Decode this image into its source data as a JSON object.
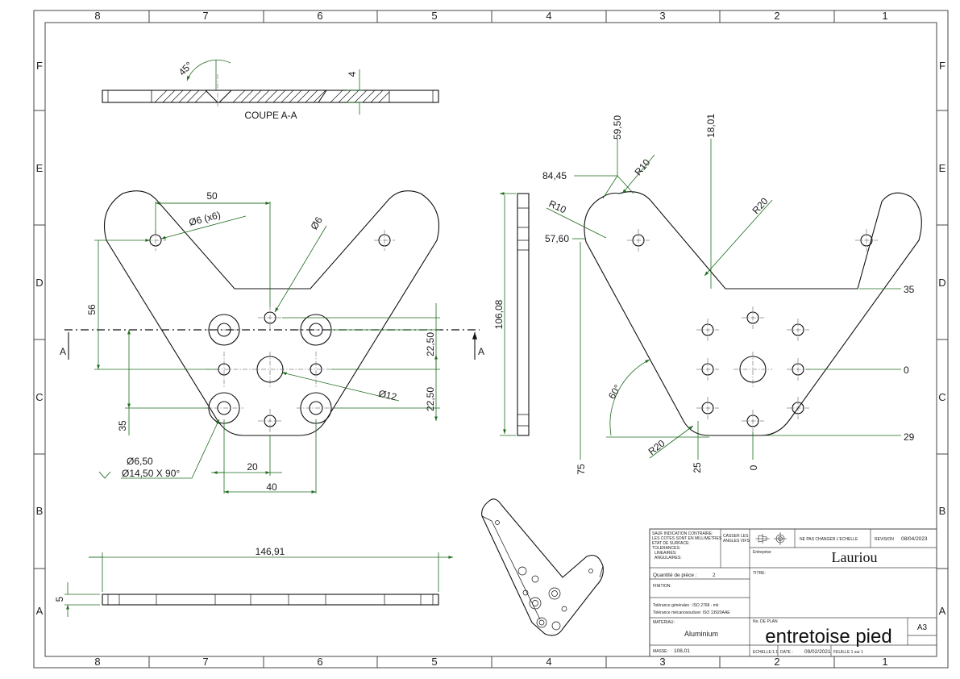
{
  "sheet": {
    "zones_top": [
      "8",
      "7",
      "6",
      "5",
      "4",
      "3",
      "2",
      "1"
    ],
    "zones_side": [
      "F",
      "E",
      "D",
      "C",
      "B",
      "A"
    ]
  },
  "section_view": {
    "label": "COUPE A-A",
    "angle": "45°",
    "thickness": "4"
  },
  "front_view": {
    "dims": {
      "d50": "50",
      "d56": "56",
      "d35": "35",
      "d20": "20",
      "d40": "40",
      "d2250a": "22,50",
      "d2250b": "22,50",
      "hole6x6": "Ø6 (x6)",
      "hole6": "Ø6",
      "hole12": "Ø12",
      "cb1": "Ø6,50",
      "cb2": "Ø14,50 X 90°"
    },
    "section_letter_left": "A",
    "section_letter_right": "A"
  },
  "side_view": {
    "height": "106,08"
  },
  "right_view": {
    "dims": {
      "d5950": "59,50",
      "d1801": "18,01",
      "d8445": "84,45",
      "r10a": "R10",
      "r10b": "R10",
      "r20a": "R20",
      "r20b": "R20",
      "d5760": "57,60",
      "d35": "35",
      "d0r": "0",
      "d29": "29",
      "d60": "60°",
      "d75": "75",
      "d25": "25",
      "d0b": "0"
    }
  },
  "bottom_view": {
    "length": "146,91",
    "thickness": "5"
  },
  "title_block": {
    "general_notes": [
      "SAUF INDICATION CONTRAIRE:",
      "LES COTES SONT EN MILLIMETRES",
      "ETAT DE SURFACE:",
      "TOLERANCES:",
      "LINEAIRES:",
      "ANGULAIRES:"
    ],
    "edges_note": [
      "CASSER LES",
      "ANGLES VIFS"
    ],
    "no_scale": "NE PAS CHANGER L'ECHELLE",
    "revision_label": "REVISION",
    "revision_date": "08/04/2023",
    "company_label": "Entreprise",
    "company": "Lauriou",
    "quantity_label": "Quantité de pièce :",
    "quantity": "2",
    "finish_label": "FINITION:",
    "title_label": "TITRE:",
    "tol_general": "Tolérance générales : ISO 2768 - mk",
    "tol_weld": "Tolérance mécanosoudure: ISO 13920AAE",
    "material_label": "MATERIAU:",
    "material": "Aluminium",
    "plan_label": "No. DE PLAN",
    "part_name": "entretoise pied",
    "format": "A3",
    "mass_label": "MASSE:",
    "mass": "108,01",
    "scale": "ECHELLE:1:1",
    "date_label": "DATE :",
    "date": "09/02/2021",
    "sheet_label": "FEUILLE 1 sur 1"
  }
}
